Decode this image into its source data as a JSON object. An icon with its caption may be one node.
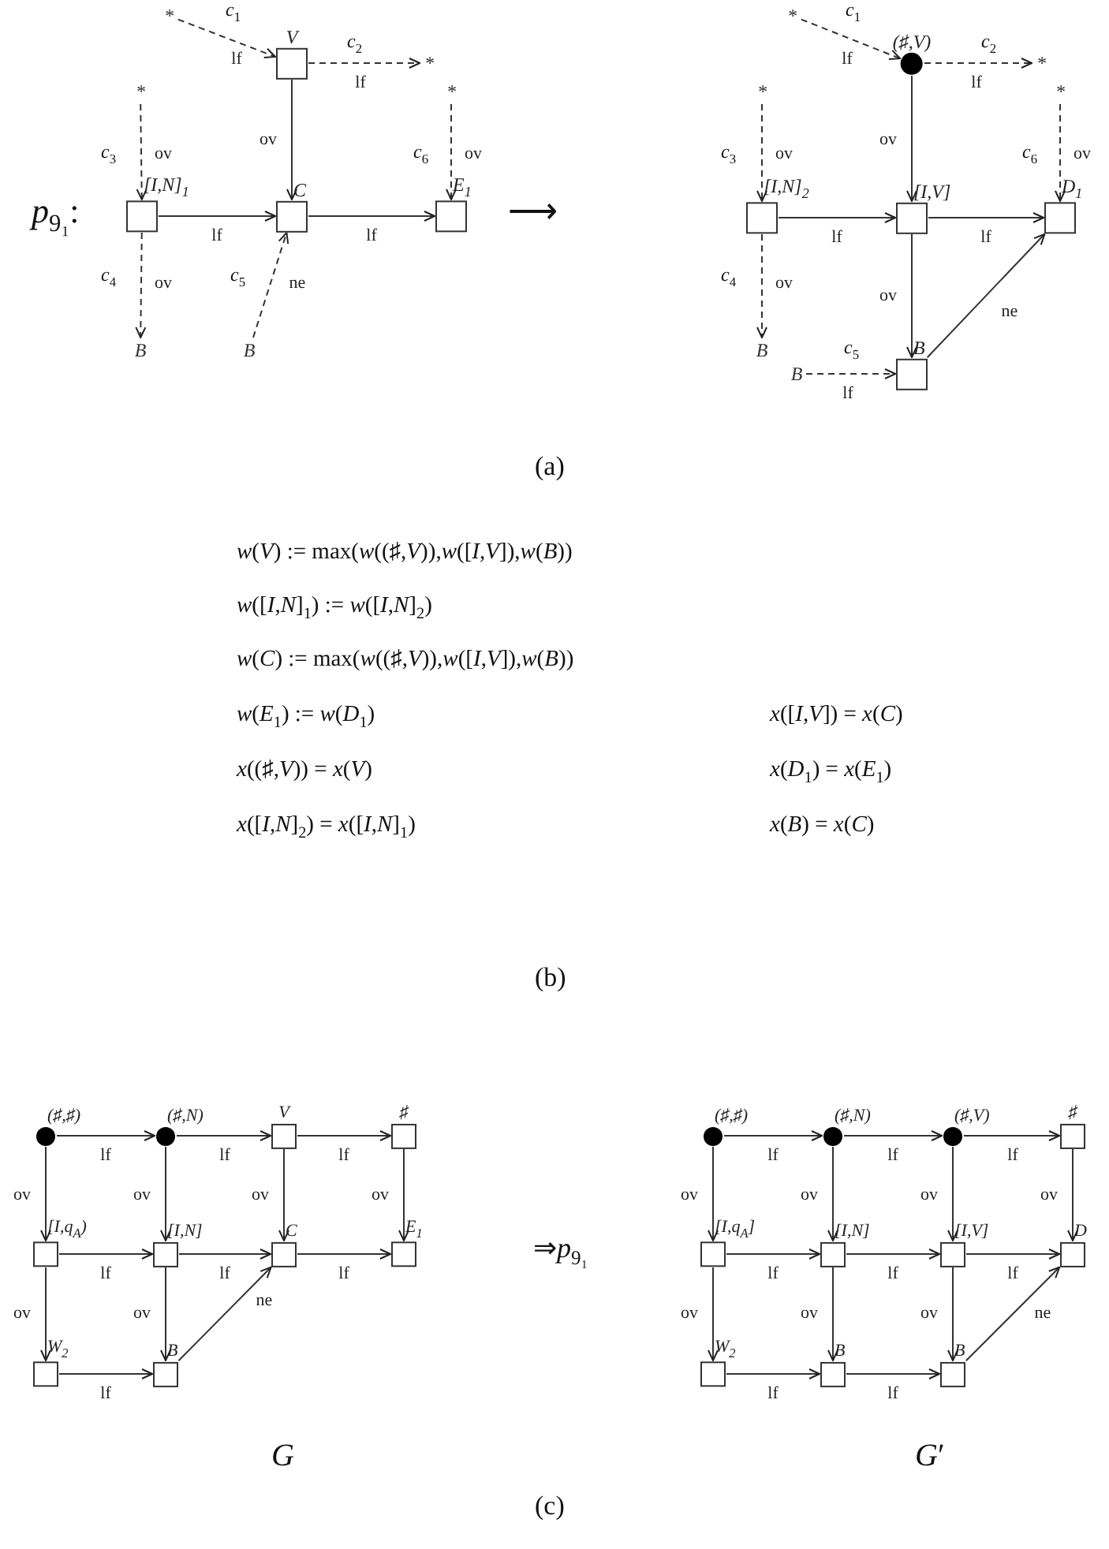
{
  "diagram": {
    "nodes": [
      {
        "text": [
          "*"
        ]
      },
      {
        "text": [
          "V"
        ]
      },
      {
        "text": [
          "*"
        ]
      },
      {
        "text": [
          "*"
        ]
      },
      {
        "text": [
          "[I,N]$_{1}$"
        ]
      },
      {
        "text": [
          "C"
        ]
      },
      {
        "text": [
          "*"
        ]
      },
      {
        "text": [
          "E$_{1}$"
        ]
      },
      {
        "text": [
          "B"
        ]
      },
      {
        "text": [
          "B"
        ]
      },
      {
        "text": [
          "*"
        ]
      },
      {
        "text": [
          "(♯,V)"
        ]
      },
      {
        "text": [
          "*"
        ]
      },
      {
        "text": [
          "*"
        ]
      },
      {
        "text": [
          "[I,N]$_{2}$"
        ]
      },
      {
        "text": [
          "[I,V]"
        ]
      },
      {
        "text": [
          "*"
        ]
      },
      {
        "text": [
          "D$_{1}$"
        ]
      },
      {
        "text": [
          "B"
        ]
      },
      {
        "text": [
          "B"
        ]
      },
      {
        "text": [
          "B"
        ]
      },
      {
        "text": [
          "(♯,♯)"
        ]
      },
      {
        "text": [
          "(♯,N)"
        ]
      },
      {
        "text": [
          "V"
        ]
      },
      {
        "text": [
          "♯"
        ]
      },
      {
        "text": [
          "[I,q$_{A}$)"
        ]
      },
      {
        "text": [
          "[I,N]"
        ]
      },
      {
        "text": [
          "C"
        ]
      },
      {
        "text": [
          "E$_{1}$"
        ]
      },
      {
        "text": [
          "W$_{2}$"
        ]
      },
      {
        "text": [
          "B"
        ]
      },
      {
        "text": [
          "(♯,♯)"
        ]
      },
      {
        "text": [
          "(♯,N)"
        ]
      },
      {
        "text": [
          "(♯,V)"
        ]
      },
      {
        "text": [
          "♯"
        ]
      },
      {
        "text": [
          "[I,q$_{A}$]"
        ]
      },
      {
        "text": [
          "[I,N]"
        ]
      },
      {
        "text": [
          "[I,V]"
        ]
      },
      {
        "text": [
          "D"
        ]
      },
      {
        "text": [
          "W$_{2}$"
        ]
      },
      {
        "text": [
          "B"
        ]
      },
      {
        "text": [
          "B"
        ]
      }
    ],
    "edges": [
      {
        "from": 0,
        "to": 1,
        "arrow": "to",
        "label": "lf",
        "style": "dashed"
      },
      {
        "from": 1,
        "to": 2,
        "arrow": "to",
        "label": "lf",
        "style": "dashed"
      },
      {
        "from": 1,
        "to": 5,
        "arrow": "to",
        "label": "ov"
      },
      {
        "from": 3,
        "to": 4,
        "arrow": "to",
        "label": "ov",
        "style": "dashed"
      },
      {
        "from": 4,
        "to": 5,
        "arrow": "to",
        "label": "lf"
      },
      {
        "from": 5,
        "to": 7,
        "arrow": "to",
        "label": "lf"
      },
      {
        "from": 6,
        "to": 7,
        "arrow": "to",
        "label": "ov",
        "style": "dashed"
      },
      {
        "from": 4,
        "to": 8,
        "arrow": "to",
        "label": "ov",
        "style": "dashed"
      },
      {
        "from": 9,
        "to": 5,
        "arrow": "to",
        "label": "ne",
        "style": "dashed"
      },
      {
        "from": 10,
        "to": 11,
        "arrow": "to",
        "label": "lf",
        "style": "dashed"
      },
      {
        "from": 11,
        "to": 12,
        "arrow": "to",
        "label": "lf",
        "style": "dashed"
      },
      {
        "from": 11,
        "to": 15,
        "arrow": "to",
        "label": "ov"
      },
      {
        "from": 13,
        "to": 14,
        "arrow": "to",
        "label": "ov",
        "style": "dashed"
      },
      {
        "from": 14,
        "to": 15,
        "arrow": "to",
        "label": "lf"
      },
      {
        "from": 15,
        "to": 17,
        "arrow": "to",
        "label": "lf"
      },
      {
        "from": 16,
        "to": 17,
        "arrow": "to",
        "label": "ov",
        "style": "dashed"
      },
      {
        "from": 14,
        "to": 18,
        "arrow": "to",
        "label": "ov",
        "style": "dashed"
      },
      {
        "from": 15,
        "to": 20,
        "arrow": "to",
        "label": "ov"
      },
      {
        "from": 19,
        "to": 20,
        "arrow": "to",
        "label": "lf",
        "style": "dashed"
      },
      {
        "from": 20,
        "to": 17,
        "arrow": "to",
        "label": "ne"
      },
      {
        "from": 21,
        "to": 22,
        "arrow": "to",
        "label": "lf"
      },
      {
        "from": 22,
        "to": 23,
        "arrow": "to",
        "label": "lf"
      },
      {
        "from": 23,
        "to": 24,
        "arrow": "to",
        "label": "lf"
      },
      {
        "from": 21,
        "to": 25,
        "arrow": "to",
        "label": "ov"
      },
      {
        "from": 22,
        "to": 26,
        "arrow": "to",
        "label": "ov"
      },
      {
        "from": 23,
        "to": 27,
        "arrow": "to",
        "label": "ov"
      },
      {
        "from": 24,
        "to": 28,
        "arrow": "to",
        "label": "ov"
      },
      {
        "from": 25,
        "to": 26,
        "arrow": "to",
        "label": "lf"
      },
      {
        "from": 26,
        "to": 27,
        "arrow": "to",
        "label": "lf"
      },
      {
        "from": 27,
        "to": 28,
        "arrow": "to",
        "label": "lf"
      },
      {
        "from": 25,
        "to": 29,
        "arrow": "to",
        "label": "ov"
      },
      {
        "from": 26,
        "to": 30,
        "arrow": "to",
        "label": "ov"
      },
      {
        "from": 29,
        "to": 30,
        "arrow": "to",
        "label": "lf"
      },
      {
        "from": 30,
        "to": 27,
        "arrow": "to",
        "label": "ne"
      },
      {
        "from": 31,
        "to": 32,
        "arrow": "to",
        "label": "lf"
      },
      {
        "from": 32,
        "to": 33,
        "arrow": "to",
        "label": "lf"
      },
      {
        "from": 33,
        "to": 34,
        "arrow": "to",
        "label": "lf"
      },
      {
        "from": 31,
        "to": 35,
        "arrow": "to",
        "label": "ov"
      },
      {
        "from": 32,
        "to": 36,
        "arrow": "to",
        "label": "ov"
      },
      {
        "from": 33,
        "to": 37,
        "arrow": "to",
        "label": "ov"
      },
      {
        "from": 34,
        "to": 38,
        "arrow": "to",
        "label": "ov"
      },
      {
        "from": 35,
        "to": 36,
        "arrow": "to",
        "label": "lf"
      },
      {
        "from": 36,
        "to": 37,
        "arrow": "to",
        "label": "lf"
      },
      {
        "from": 37,
        "to": 38,
        "arrow": "to",
        "label": "lf"
      },
      {
        "from": 35,
        "to": 39,
        "arrow": "to",
        "label": "ov"
      },
      {
        "from": 36,
        "to": 40,
        "arrow": "to",
        "label": "ov"
      },
      {
        "from": 37,
        "to": 41,
        "arrow": "to",
        "label": "ov"
      },
      {
        "from": 39,
        "to": 40,
        "arrow": "to",
        "label": "lf"
      },
      {
        "from": 40,
        "to": 41,
        "arrow": "to",
        "label": "lf"
      },
      {
        "from": 41,
        "to": 38,
        "arrow": "to",
        "label": "ne"
      }
    ],
    "labels": [
      "*c*$_{1}$",
      "*c*$_{2}$",
      "*c*$_{3}$",
      "*c*$_{6}$",
      "*p*$_{9₁}$:",
      "*c*$_{4}$",
      "*c*$_{5}$",
      "⟶",
      "*c*$_{1}$",
      "*c*$_{2}$",
      "*c*$_{3}$",
      "*c*$_{6}$",
      "*c*$_{4}$",
      "*c*$_{5}$",
      "(a)",
      "*w*(*V*) := max(*w*((♯,*V*)),*w*([*I*,*V*]),*w*(*B*))",
      "*w*([*I*,*N*]$_{1}$) := *w*([*I*,*N*]$_{2}$)",
      "*w*(*C*) := max(*w*((♯,*V*)),*w*([*I*,*V*]),*w*(*B*))",
      "*w*(*E*$_{1}$) := *w*(*D*$_{1}$)",
      "*x*([*I*,*V*]) = *x*(*C*)",
      "*x*((♯,*V*)) = *x*(*V*)",
      "*x*(*D*$_{1}$) = *x*(*E*$_{1}$)",
      "*x*([*I*,*N*]$_{2}$) = *x*([*I*,*N*]$_{1}$)",
      "*x*(*B*) = *x*(*C*)",
      "(b)",
      "⇒*p*$_{9₁}$",
      "*G*",
      "*G*′",
      "(c)"
    ]
  }
}
